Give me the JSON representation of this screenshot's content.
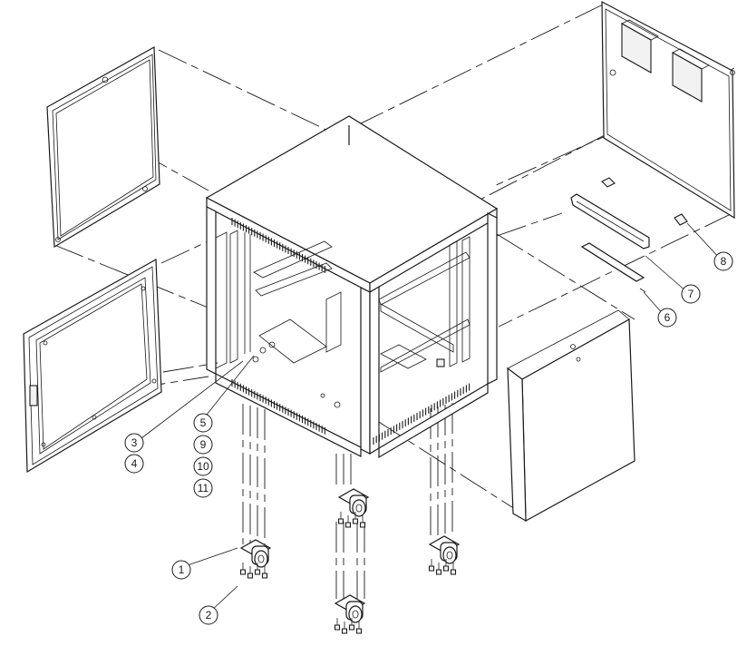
{
  "drawing": {
    "callouts": [
      {
        "id": "1",
        "label": "1"
      },
      {
        "id": "2",
        "label": "2"
      },
      {
        "id": "3",
        "label": "3"
      },
      {
        "id": "4",
        "label": "4"
      },
      {
        "id": "5",
        "label": "5"
      },
      {
        "id": "6",
        "label": "6"
      },
      {
        "id": "7",
        "label": "7"
      },
      {
        "id": "8",
        "label": "8"
      },
      {
        "id": "9",
        "label": "9"
      },
      {
        "id": "10",
        "label": "10"
      },
      {
        "id": "11",
        "label": "11"
      }
    ]
  }
}
